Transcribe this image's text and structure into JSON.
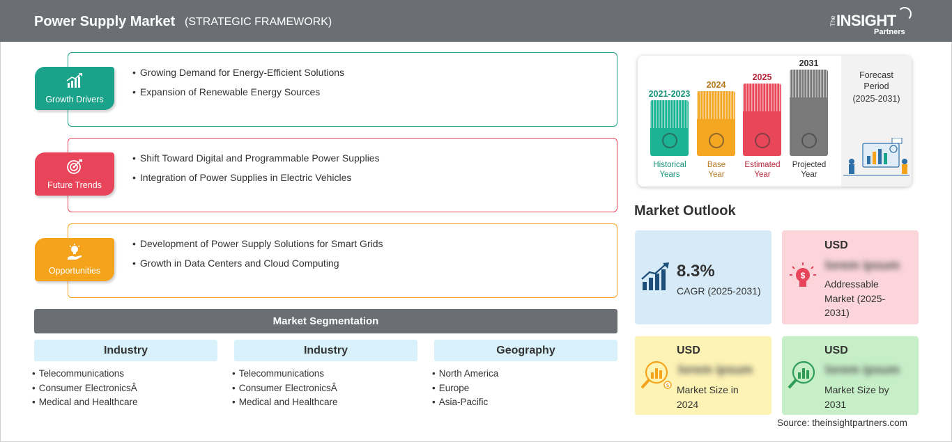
{
  "header": {
    "title": "Power Supply Market",
    "subtitle": "(STRATEGIC FRAMEWORK)",
    "logo_the": "The",
    "logo_insight": "INSIGHT",
    "logo_partners": "Partners"
  },
  "framework": [
    {
      "label": "Growth Drivers",
      "color": "#1aa38a",
      "icon": "bar-chart-growth-icon",
      "items": [
        "Growing Demand for Energy-Efficient Solutions",
        "Expansion of Renewable Energy Sources"
      ]
    },
    {
      "label": "Future Trends",
      "color": "#e8445a",
      "icon": "target-icon",
      "items": [
        "Shift Toward Digital and Programmable Power Supplies",
        "Integration of Power Supplies in Electric Vehicles"
      ]
    },
    {
      "label": "Opportunities",
      "color": "#f5a31a",
      "icon": "idea-hand-icon",
      "items": [
        "Development of Power Supply Solutions for Smart Grids",
        "Growth in Data Centers and Cloud Computing"
      ]
    }
  ],
  "segmentation": {
    "title": "Market Segmentation",
    "columns": [
      {
        "heading": "Industry",
        "items": [
          "Telecommunications",
          "Consumer ElectronicsÂ",
          "Medical and Healthcare"
        ]
      },
      {
        "heading": "Industry",
        "items": [
          "Telecommunications",
          "Consumer ElectronicsÂ",
          "Medical and Healthcare"
        ]
      },
      {
        "heading": "Geography",
        "items": [
          "North America",
          "Europe",
          "Asia-Pacific"
        ]
      }
    ]
  },
  "timeline": {
    "bars": [
      {
        "year": "2021-2023",
        "caption": "Historical Years",
        "cap1": "Historical",
        "cap2": "Years",
        "color": "#1bb394",
        "year_color": "#16937a",
        "icon": "history-icon"
      },
      {
        "year": "2024",
        "caption": "Base Year",
        "cap1": "Base",
        "cap2": "Year",
        "color": "#f5a623",
        "year_color": "#b7791f",
        "icon": "calendar-icon"
      },
      {
        "year": "2025",
        "caption": "Estimated Year",
        "cap1": "Estimated",
        "cap2": "Year",
        "color": "#e8475a",
        "year_color": "#b8283a",
        "icon": "settings-chart-icon"
      },
      {
        "year": "2031",
        "caption": "Projected Year",
        "cap1": "Projected",
        "cap2": "Year",
        "color": "#7a7a7a",
        "year_color": "#333333",
        "icon": "presentation-icon"
      }
    ],
    "forecast": {
      "line1": "Forecast",
      "line2": "Period",
      "line3": "(2025-2031)"
    }
  },
  "outlook": {
    "title": "Market Outlook",
    "cagr": {
      "value": "8.3%",
      "label": "CAGR (2025-2031)",
      "color": "#d6ebf7"
    },
    "addressable": {
      "currency": "USD",
      "value": "lorem ipsum",
      "line1": "Addressable",
      "line2": "Market (2025-",
      "line3": "2031)",
      "color": "#fbd5da"
    },
    "size2024": {
      "currency": "USD",
      "value": "lorem ipsum",
      "line1": "Market Size in",
      "line2": "2024",
      "color": "#fdf3b5"
    },
    "size2031": {
      "currency": "USD",
      "value": "lorem ipsum",
      "line1": "Market Size by",
      "line2": "2031",
      "color": "#c6efc8"
    }
  },
  "source": "Source: theinsightpartners.com"
}
